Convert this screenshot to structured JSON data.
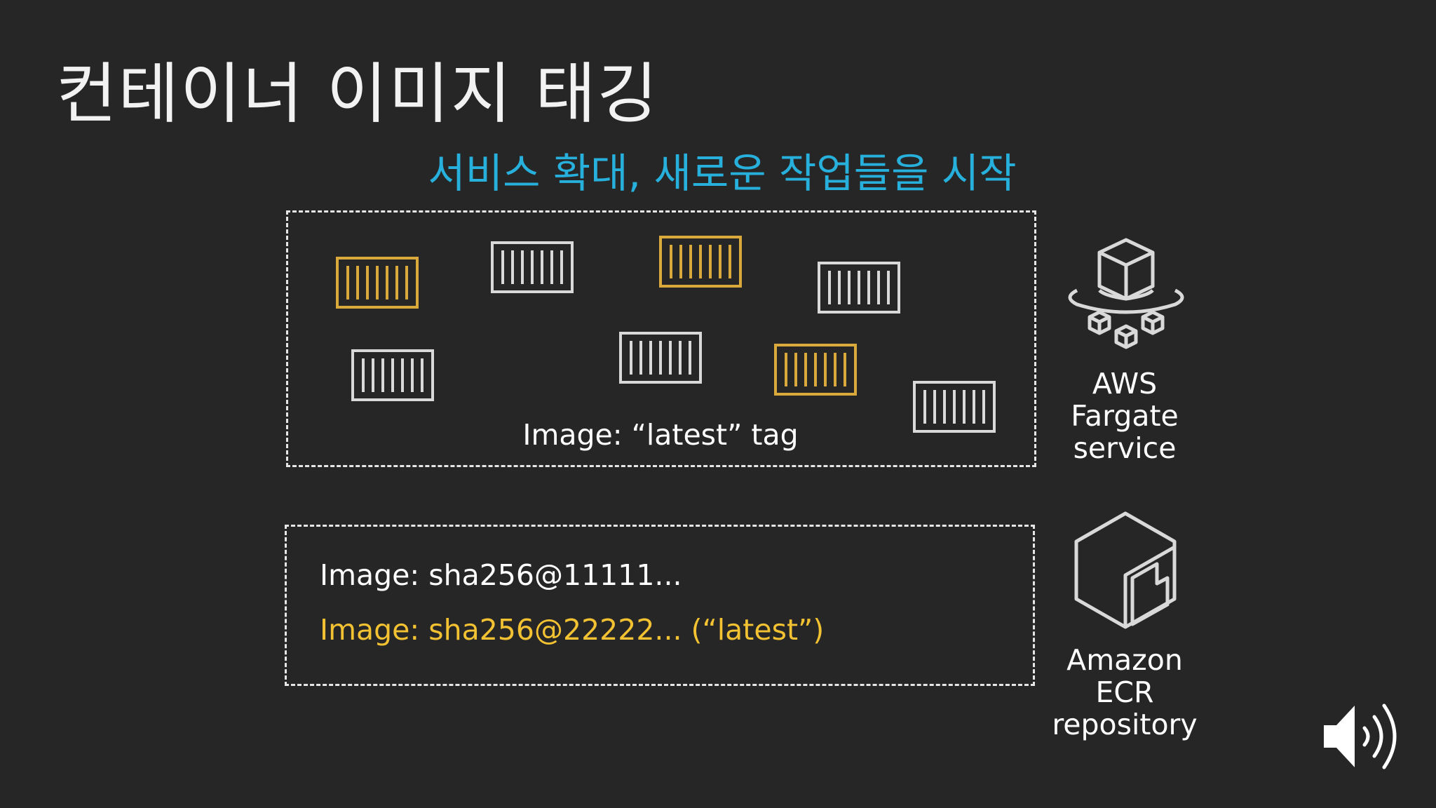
{
  "slide": {
    "title": "컨테이너 이미지 태깅",
    "subtitle": "서비스 확대, 새로운 작업들을 시작"
  },
  "service_box": {
    "image_label": "Image: “latest” tag",
    "containers": [
      {
        "id": "c1",
        "tag": "latest"
      },
      {
        "id": "c2",
        "tag": "old"
      },
      {
        "id": "c3",
        "tag": "latest"
      },
      {
        "id": "c4",
        "tag": "old"
      },
      {
        "id": "c5",
        "tag": "old"
      },
      {
        "id": "c6",
        "tag": "old"
      },
      {
        "id": "c7",
        "tag": "latest"
      },
      {
        "id": "c8",
        "tag": "old"
      }
    ]
  },
  "repository_box": {
    "image_old": "Image: sha256@11111...",
    "image_new": "Image: sha256@22222... (“latest”)"
  },
  "services": {
    "fargate": {
      "line1": "AWS",
      "line2": "Fargate",
      "line3": "service",
      "icon": "fargate-icon"
    },
    "ecr": {
      "line1": "Amazon",
      "line2": "ECR",
      "line3": "repository",
      "icon": "ecr-icon"
    }
  },
  "colors": {
    "background": "#262626",
    "accent_blue": "#27b0dc",
    "latest_gold": "#d9a93b",
    "old_gray": "#d9d9d9",
    "highlight_text": "#f2c233"
  },
  "controls": {
    "audio_icon": "speaker-icon"
  }
}
